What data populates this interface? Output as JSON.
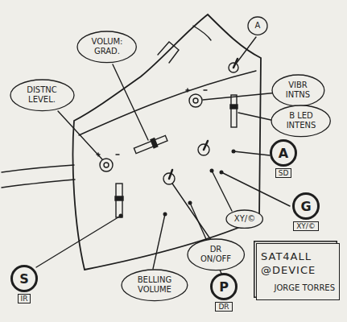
{
  "diagram": {
    "nodes": [
      {
        "text": [
          "VOLUM: GRAD."
        ]
      },
      {
        "text": [
          "A"
        ]
      },
      {
        "text": [
          "DISTNC LEVEL."
        ]
      },
      {
        "text": [
          "VIBR INTNS"
        ]
      },
      {
        "text": [
          "B LED INTENS"
        ]
      },
      {
        "text": [
          "A",
          "SD"
        ]
      },
      {
        "text": [
          "XY/©"
        ]
      },
      {
        "text": [
          "G",
          "XY/©"
        ]
      },
      {
        "text": [
          "DR ON/OFF"
        ]
      },
      {
        "text": [
          "S",
          "IR"
        ]
      },
      {
        "text": [
          "BELLING VOLUME"
        ]
      },
      {
        "text": [
          "P",
          "DR"
        ]
      },
      {
        "text": [
          "SAT4ALL @DEVICE",
          "JORGE TORRES"
        ]
      }
    ]
  }
}
